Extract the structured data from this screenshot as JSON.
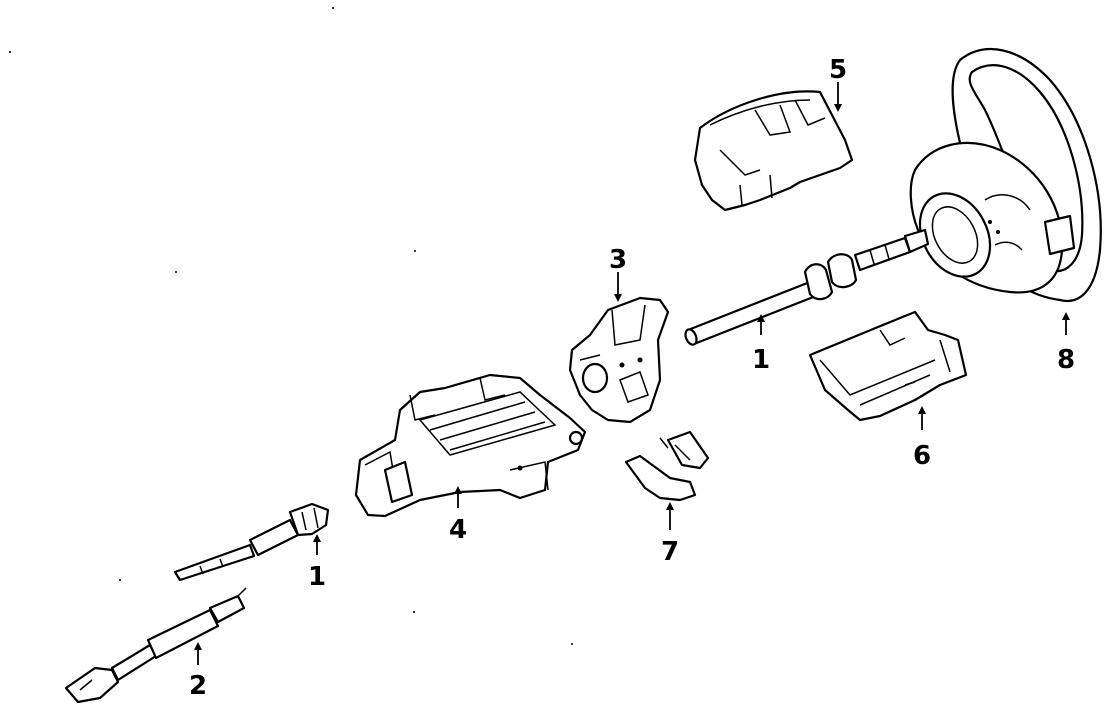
{
  "callouts": [
    {
      "id": "c1a",
      "label": "1"
    },
    {
      "id": "c1b",
      "label": "1"
    },
    {
      "id": "c2",
      "label": "2"
    },
    {
      "id": "c3",
      "label": "3"
    },
    {
      "id": "c4",
      "label": "4"
    },
    {
      "id": "c5",
      "label": "5"
    },
    {
      "id": "c6",
      "label": "6"
    },
    {
      "id": "c7",
      "label": "7"
    },
    {
      "id": "c8",
      "label": "8"
    }
  ],
  "colors": {
    "ink": "#000000",
    "paper": "#ffffff"
  },
  "parts": [
    {
      "callout": "1",
      "name": "steering-shaft"
    },
    {
      "callout": "1",
      "name": "intermediate-shaft"
    },
    {
      "callout": "2",
      "name": "lower-shaft"
    },
    {
      "callout": "3",
      "name": "lock-housing"
    },
    {
      "callout": "4",
      "name": "column-housing"
    },
    {
      "callout": "5",
      "name": "upper-shroud"
    },
    {
      "callout": "6",
      "name": "lower-shroud"
    },
    {
      "callout": "7",
      "name": "tilt-lever-bracket"
    },
    {
      "callout": "8",
      "name": "steering-wheel"
    }
  ]
}
